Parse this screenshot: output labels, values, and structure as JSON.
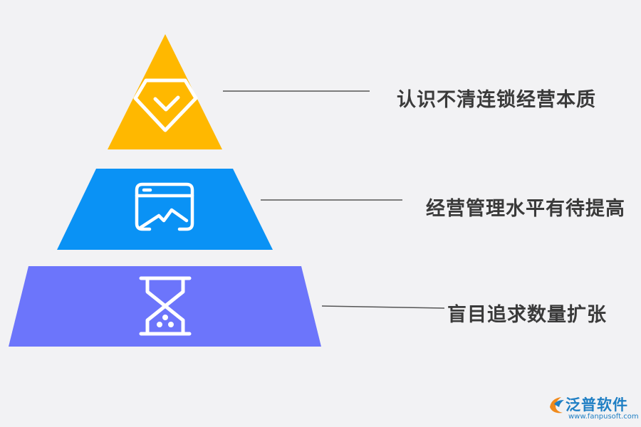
{
  "pyramid": {
    "levels": [
      {
        "label": "认识不清连锁经营本质",
        "color": "#ffb800",
        "icon": "diamond-check-icon"
      },
      {
        "label": "经营管理水平有待提高",
        "color": "#0a92f5",
        "icon": "browser-chart-icon"
      },
      {
        "label": "盲目追求数量扩张",
        "color": "#6c75fb",
        "icon": "hourglass-icon"
      }
    ],
    "connector_color": "#555555"
  },
  "watermark": {
    "name": "泛普软件",
    "url": "www.fanpusoft.com",
    "color": "#1f7fc4",
    "icon": "fanpu-logo-icon"
  }
}
